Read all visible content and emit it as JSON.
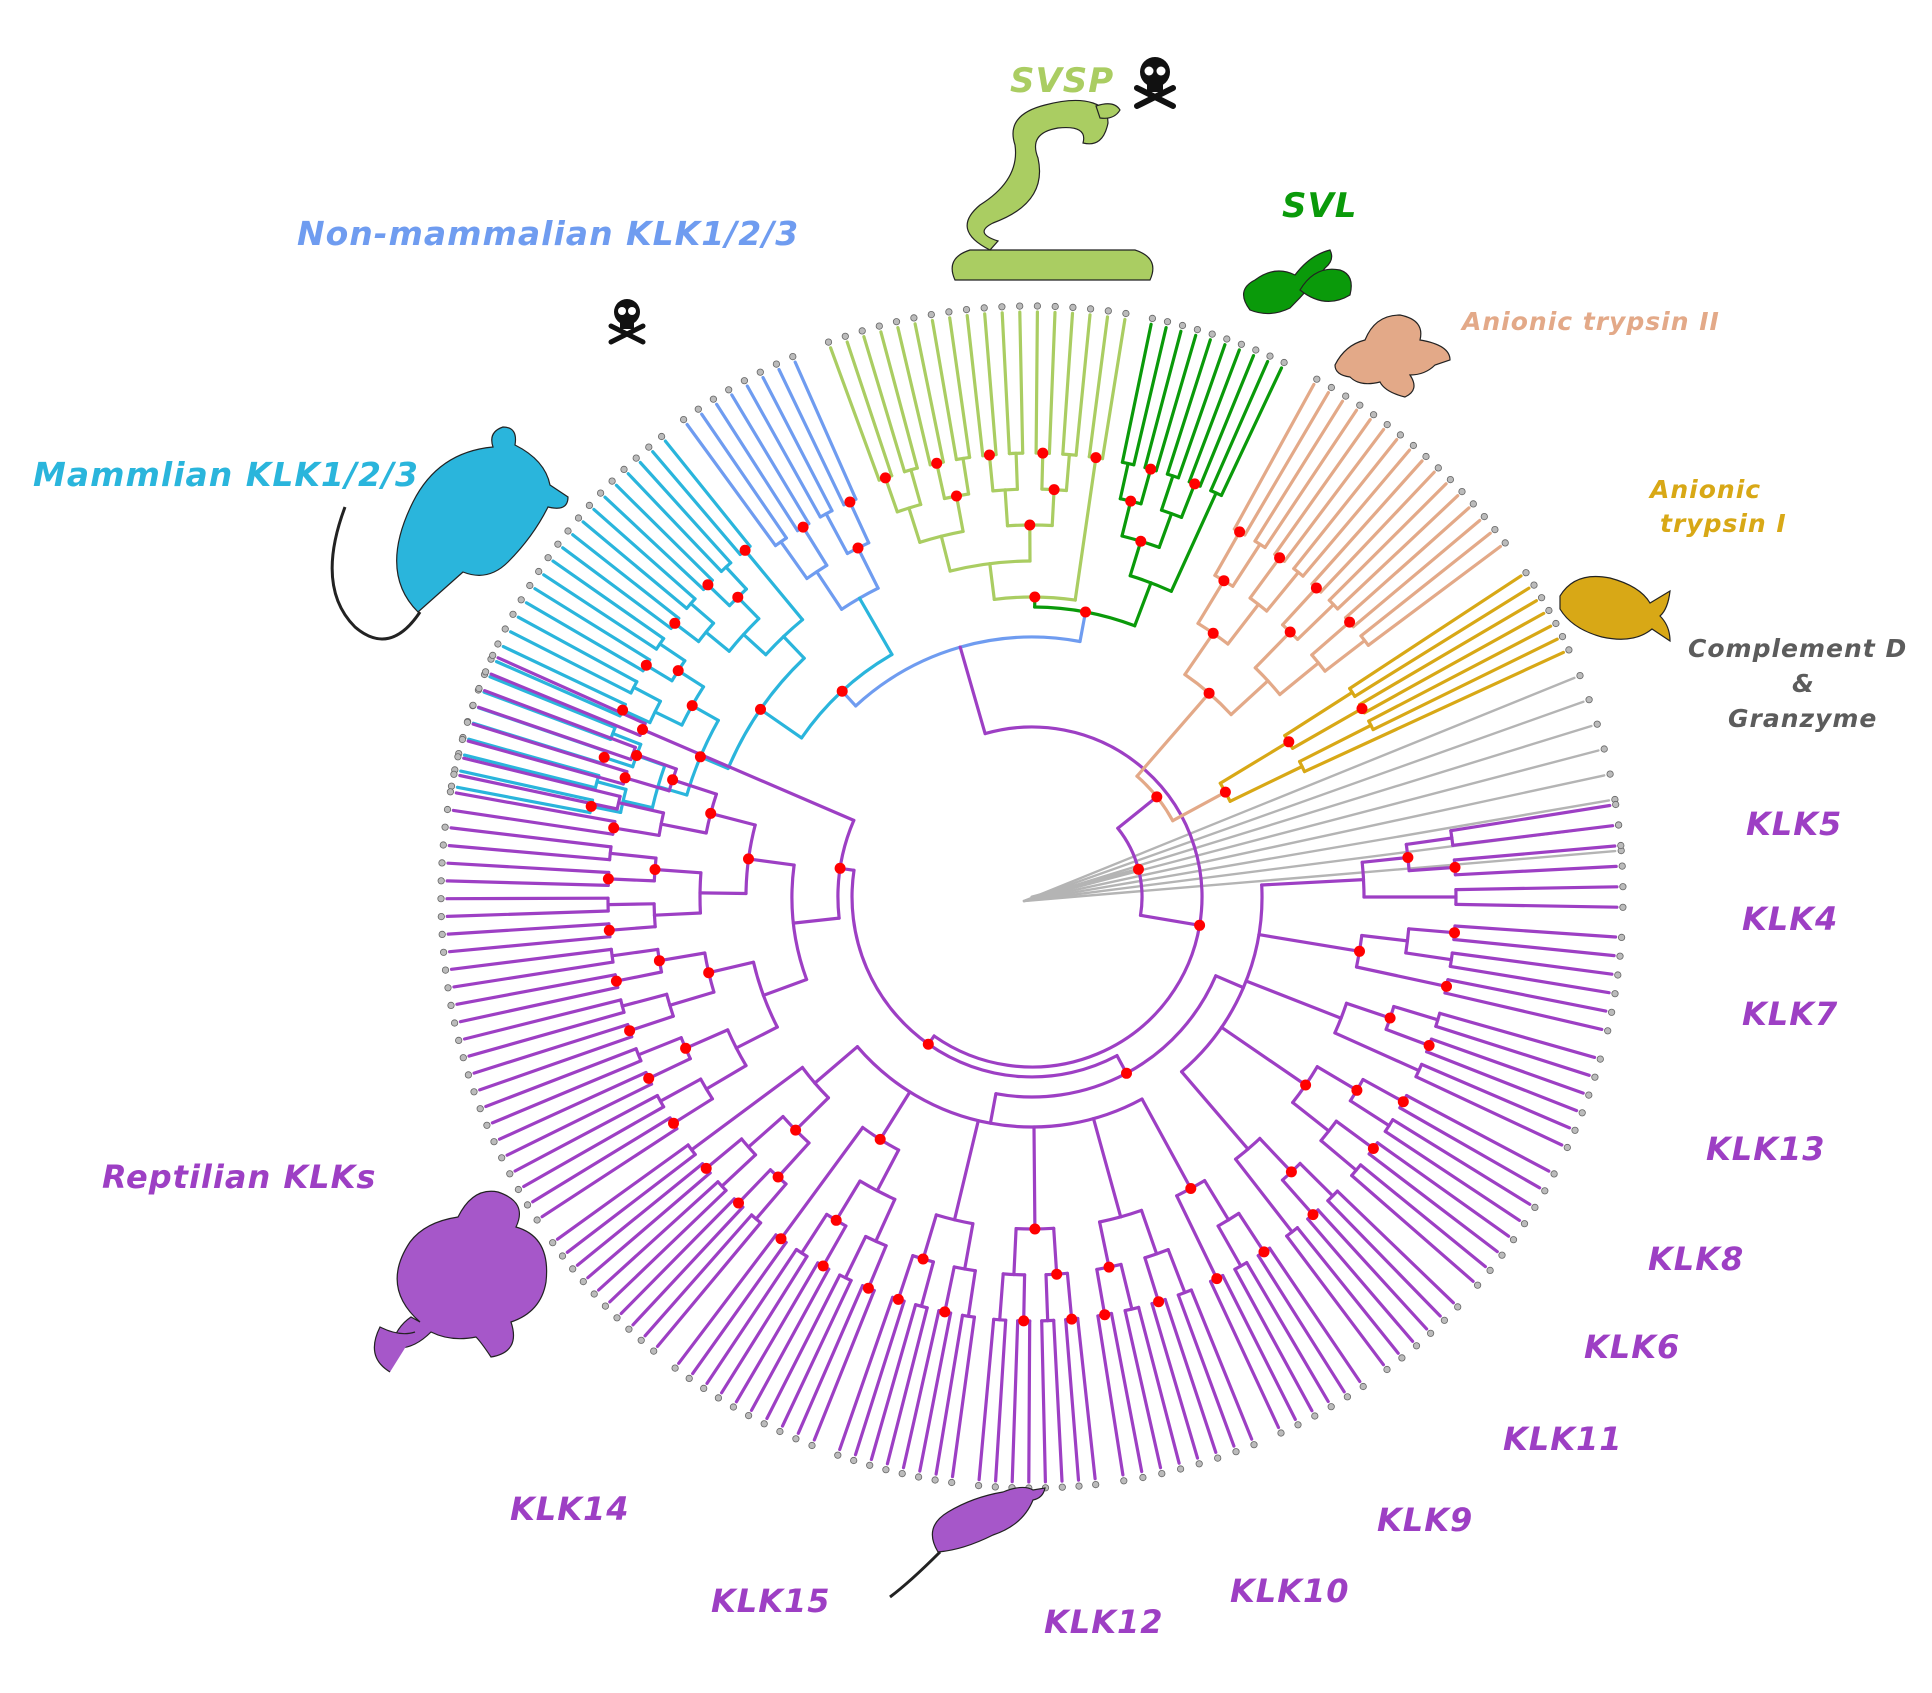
{
  "figure": {
    "type": "circular-phylogenetic-tree",
    "node_marker_color": "#ff0000",
    "root_color": "#9d3fc4"
  },
  "clades": [
    {
      "id": "svsp",
      "label": "SVSP",
      "color": "#aacd62",
      "venom": true,
      "icon": "snake-silhouette"
    },
    {
      "id": "svl",
      "label": "SVL",
      "color": "#0a9a0a",
      "icon": "lizard-silhouette"
    },
    {
      "id": "nonmammal",
      "label": "Non-mammalian KLK1/2/3",
      "color": "#6f9cf0",
      "icon": "lizard-silhouette"
    },
    {
      "id": "mammal",
      "label": "Mammlian KLK1/2/3",
      "color": "#2ab5dc",
      "venom": true,
      "icon": "mouse-silhouette"
    },
    {
      "id": "trypsin2",
      "label": "Anionic trypsin II",
      "color": "#e3a988",
      "icon": "frog-silhouette"
    },
    {
      "id": "trypsin1_line1",
      "label": "Anionic",
      "color": "#d8a816"
    },
    {
      "id": "trypsin1_line2",
      "label": "trypsin I",
      "color": "#d8a816",
      "icon": "fish-silhouette"
    },
    {
      "id": "compl_line1",
      "label": "Complement D",
      "color": "#5c5c5c"
    },
    {
      "id": "compl_line2",
      "label": "&",
      "color": "#5c5c5c"
    },
    {
      "id": "compl_line3",
      "label": "Granzyme",
      "color": "#5c5c5c"
    },
    {
      "id": "klk5",
      "label": "KLK5",
      "color": "#9d3fc4"
    },
    {
      "id": "klk4",
      "label": "KLK4",
      "color": "#9d3fc4"
    },
    {
      "id": "klk7",
      "label": "KLK7",
      "color": "#9d3fc4"
    },
    {
      "id": "klk13",
      "label": "KLK13",
      "color": "#9d3fc4"
    },
    {
      "id": "klk8",
      "label": "KLK8",
      "color": "#9d3fc4"
    },
    {
      "id": "klk6",
      "label": "KLK6",
      "color": "#9d3fc4"
    },
    {
      "id": "klk11",
      "label": "KLK11",
      "color": "#9d3fc4"
    },
    {
      "id": "klk9",
      "label": "KLK9",
      "color": "#9d3fc4"
    },
    {
      "id": "klk10",
      "label": "KLK10",
      "color": "#9d3fc4"
    },
    {
      "id": "klk12",
      "label": "KLK12",
      "color": "#9d3fc4"
    },
    {
      "id": "klk15",
      "label": "KLK15",
      "color": "#9d3fc4"
    },
    {
      "id": "klk14",
      "label": "KLK14",
      "color": "#9d3fc4"
    },
    {
      "id": "reptile",
      "label": "Reptilian KLKs",
      "color": "#9d3fc4",
      "icon": "turtle-silhouette"
    }
  ],
  "venom_icon": "skull-crossbones-icon",
  "outgroup_color": "#b4b4b4"
}
